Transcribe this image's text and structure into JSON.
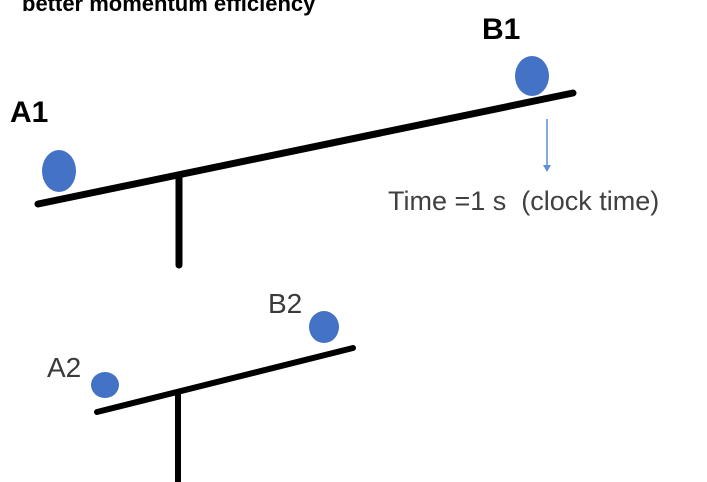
{
  "heading": "better momentum efficiency",
  "top_seesaw": {
    "left_ball_label": "A1",
    "right_ball_label": "B1",
    "time_label": "Time =1 s  (clock time)"
  },
  "bottom_seesaw": {
    "left_ball_label": "A2",
    "right_ball_label": "B2"
  },
  "colors": {
    "ball": "#4472c4",
    "beam": "#000000",
    "arrow": "#5b8fd6"
  }
}
